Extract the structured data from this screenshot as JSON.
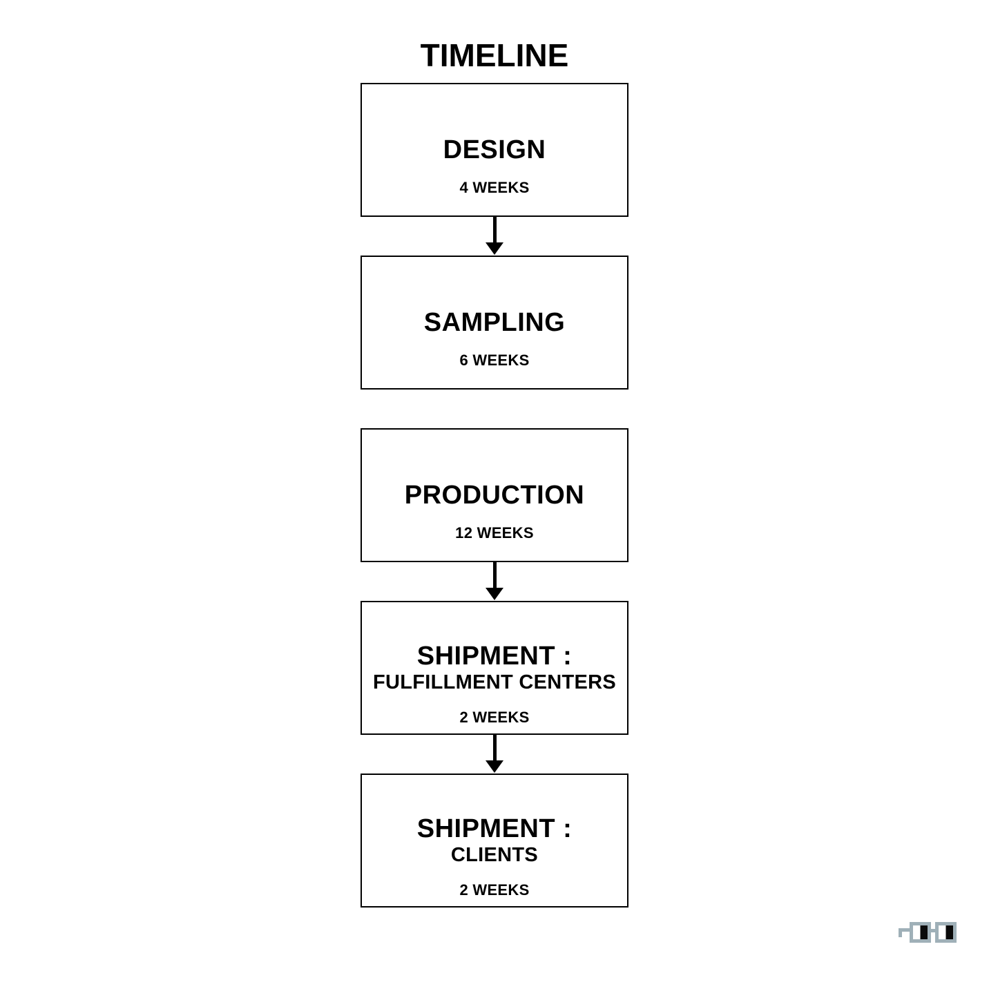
{
  "page": {
    "title": "TIMELINE",
    "background_color": "#ffffff",
    "text_color": "#000000"
  },
  "timeline": {
    "steps": [
      {
        "title": "DESIGN",
        "subtitle": "",
        "duration": "4 WEEKS",
        "arrow_after": true
      },
      {
        "title": "SAMPLING",
        "subtitle": "",
        "duration": "6 WEEKS",
        "arrow_after": false
      },
      {
        "title": "PRODUCTION",
        "subtitle": "",
        "duration": "12 WEEKS",
        "arrow_after": true
      },
      {
        "title": "SHIPMENT :",
        "subtitle": "FULFILLMENT CENTERS",
        "duration": "2 WEEKS",
        "arrow_after": true
      },
      {
        "title": "SHIPMENT :",
        "subtitle": "CLIENTS",
        "duration": "2 WEEKS",
        "arrow_after": false
      }
    ]
  },
  "logo": {
    "icon": "glasses-logo-icon",
    "frame_color": "#9fb0b8",
    "lens_left_color": "#ffffff",
    "lens_right_color": "#0a0a0a"
  }
}
